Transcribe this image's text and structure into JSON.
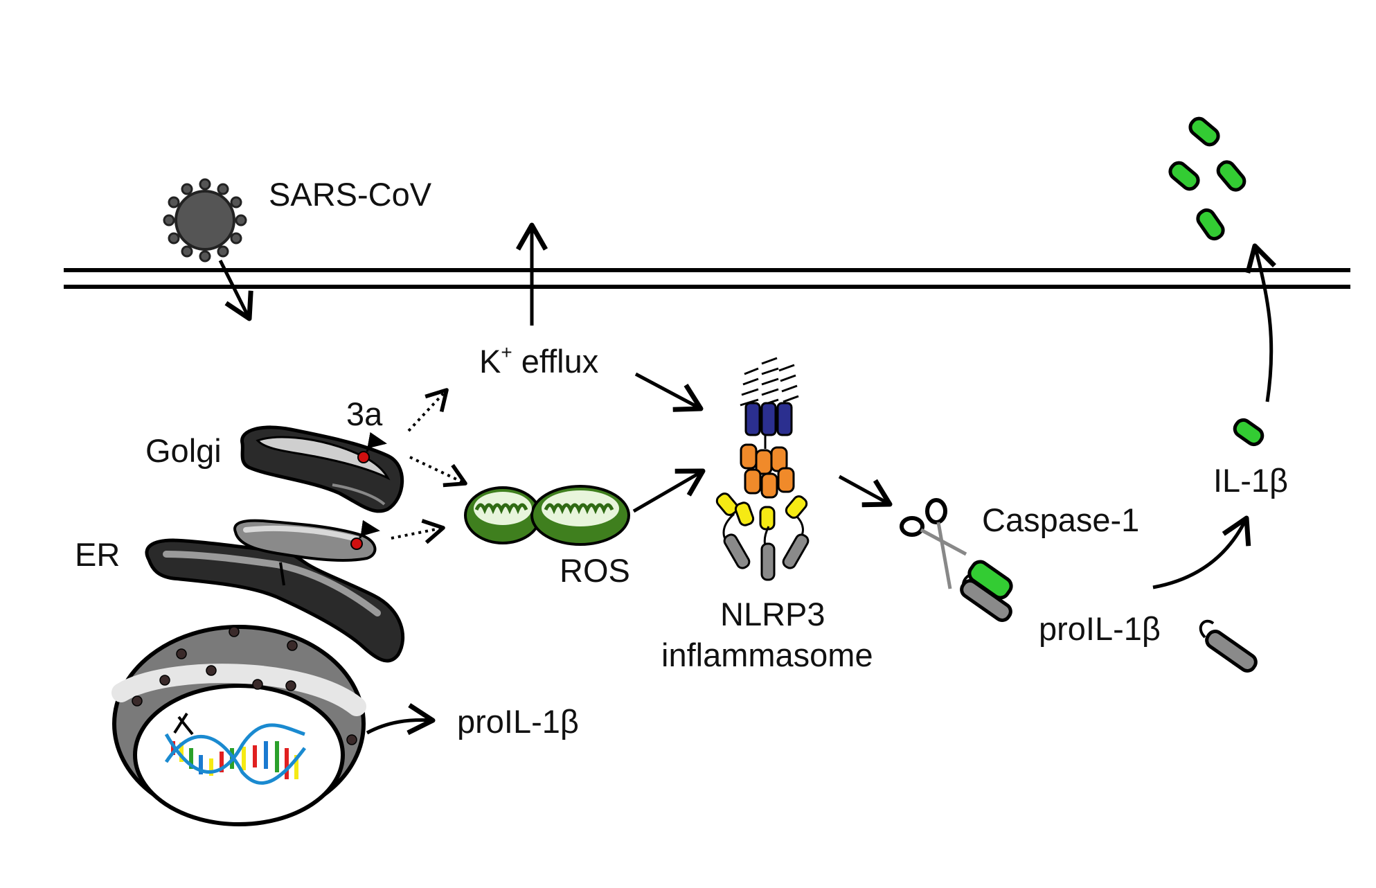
{
  "labels": {
    "virus": "SARS-CoV",
    "k_main": "K",
    "k_sup": "+",
    "k_rest": " efflux",
    "protein_3a": "3a",
    "golgi": "Golgi",
    "er": "ER",
    "ros": "ROS",
    "nlrp3_line1": "NLRP3",
    "nlrp3_line2": "inflammasome",
    "caspase": "Caspase-1",
    "il1b": "IL-1β",
    "proil1b_cleavage": "proIL-1β",
    "proil1b_nucleus": "proIL-1β"
  },
  "colors": {
    "il1b_green": "#33cc33",
    "nlrp3_blue": "#2b2f8f",
    "nlrp3_orange": "#f08a2a",
    "nlrp3_yellow": "#f5ea14",
    "nlrp3_grey": "#8a8a8a",
    "mitochondria_green": "#3f7f1e",
    "organelle_grey": "#6e6e6e",
    "virus_grey": "#555555",
    "membrane": "#000000"
  }
}
